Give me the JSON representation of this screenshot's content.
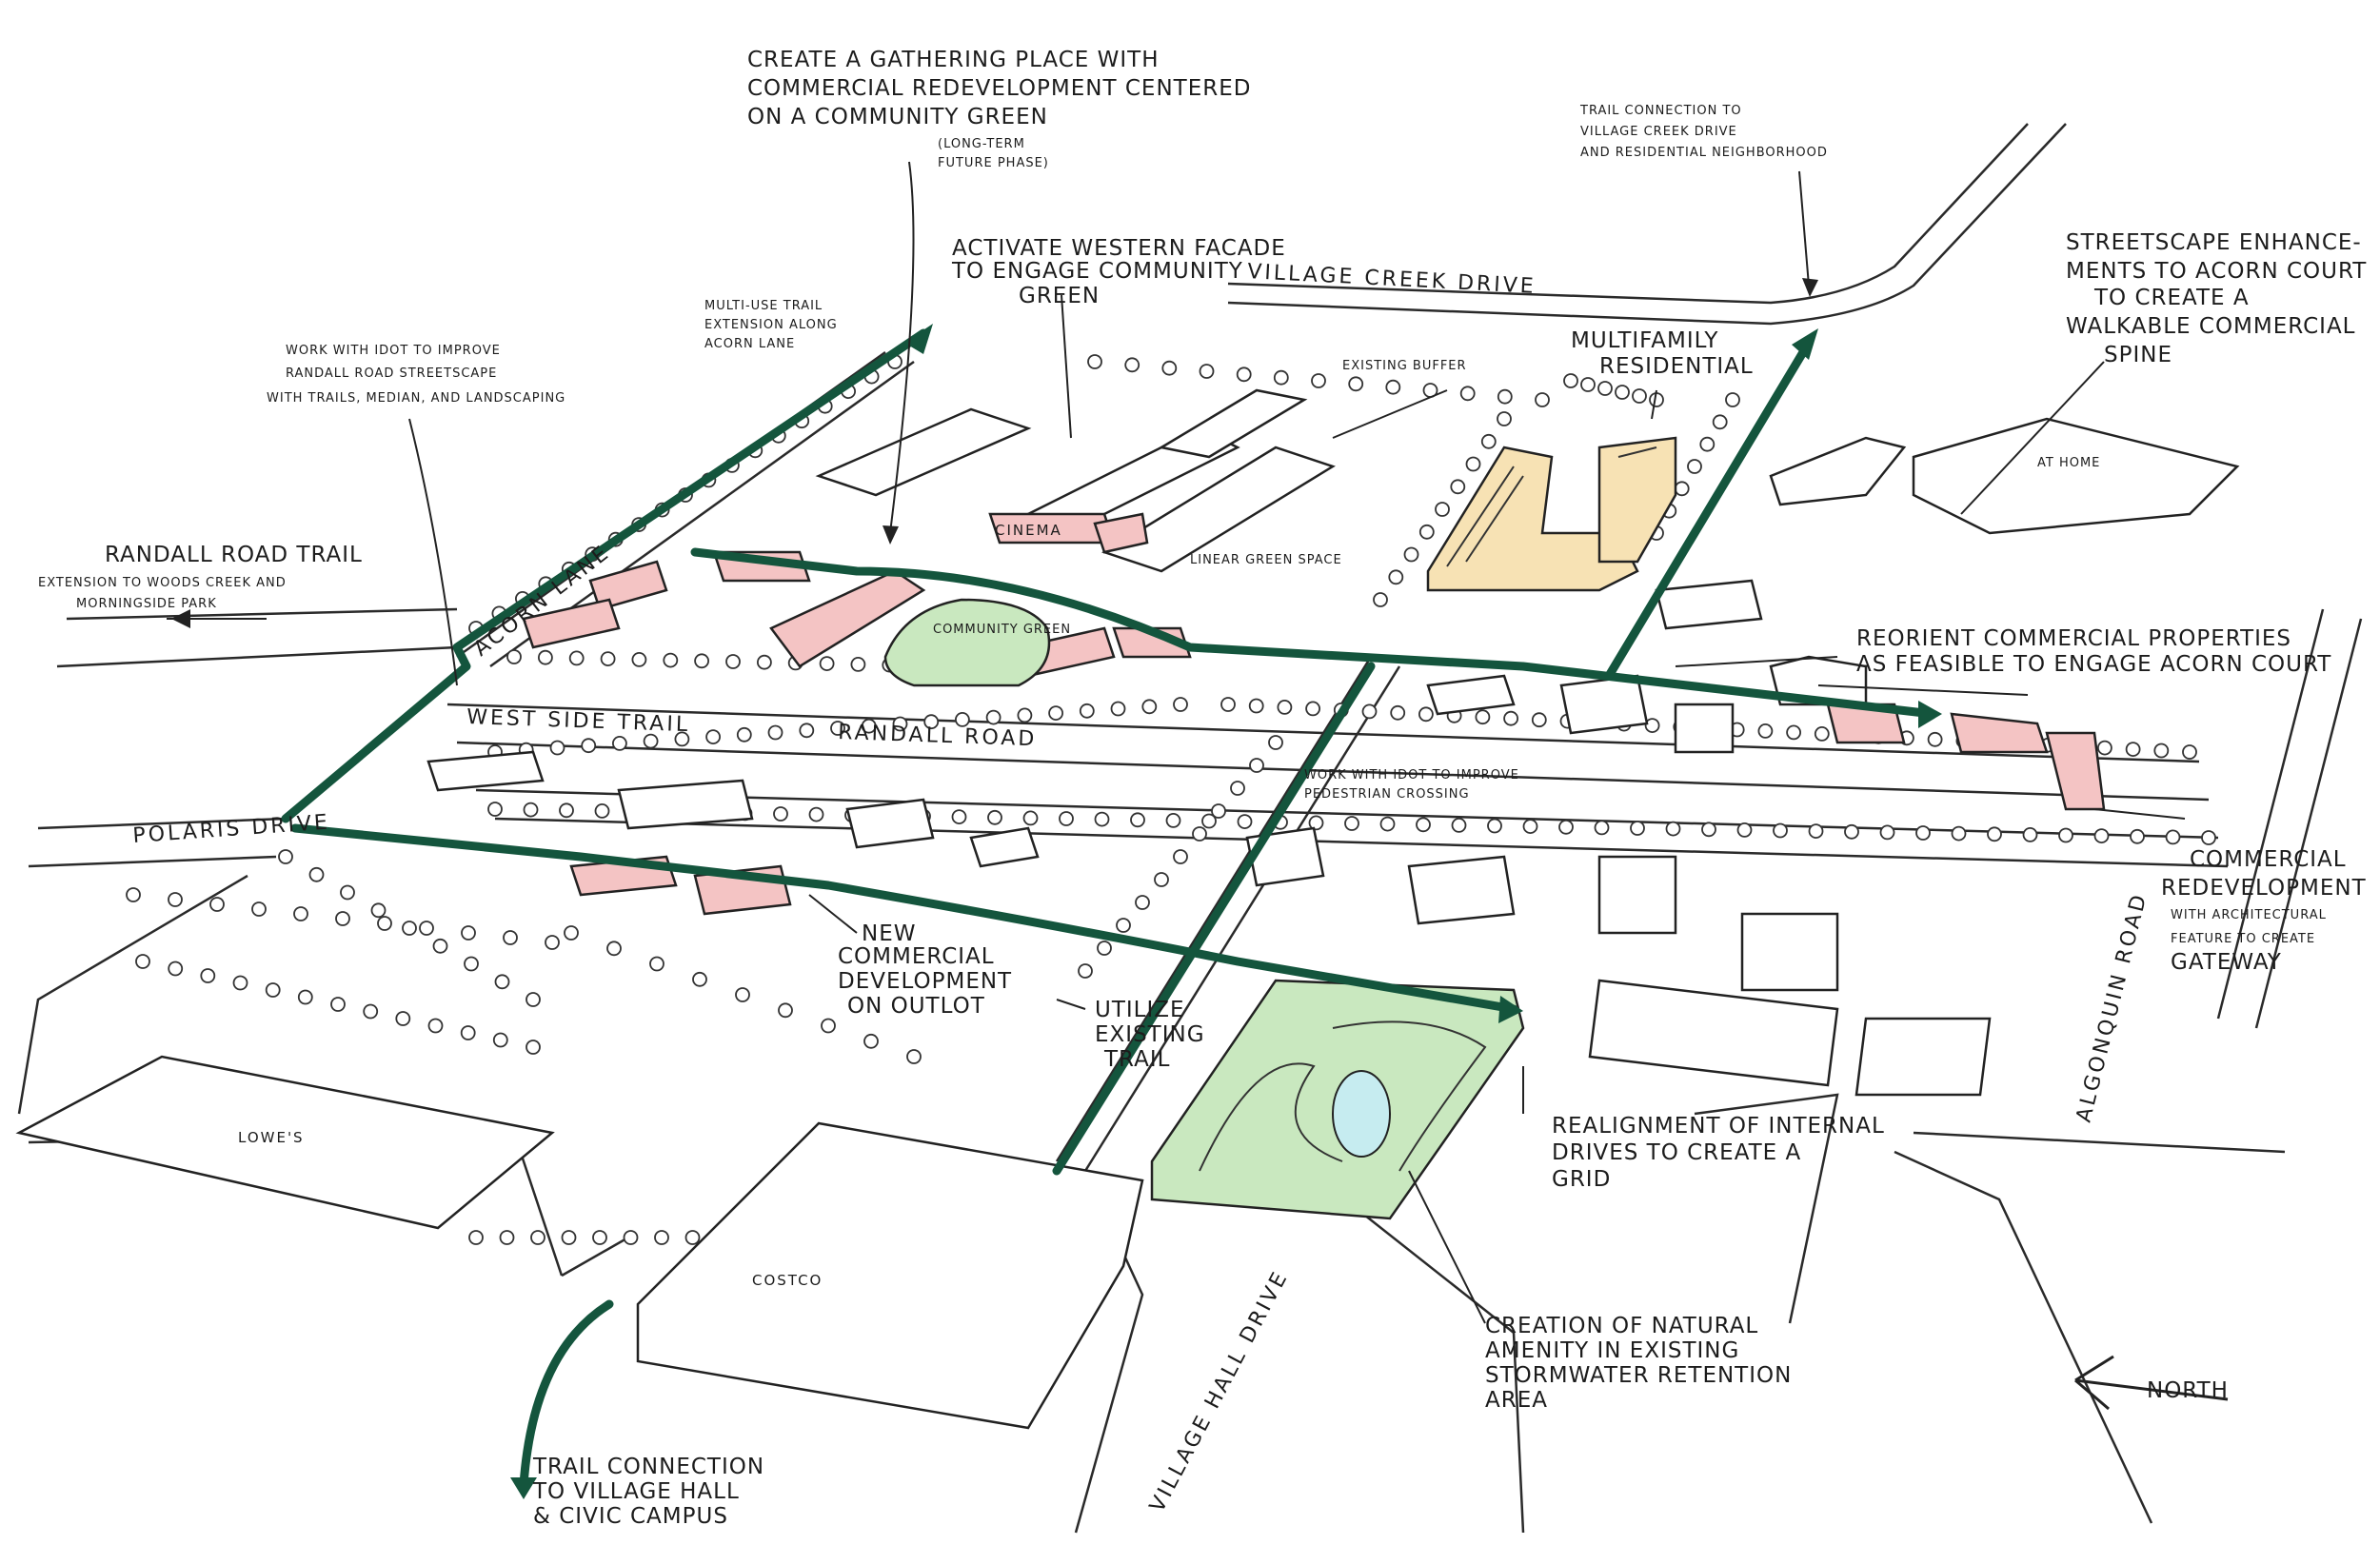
{
  "labels": {
    "gathering_1": "CREATE A GATHERING PLACE WITH",
    "gathering_2": "COMMERCIAL REDEVELOPMENT CENTERED",
    "gathering_3": "ON A COMMUNITY GREEN",
    "gathering_4": "(LONG-TERM",
    "gathering_5": "FUTURE PHASE)",
    "trail_vc_1": "TRAIL CONNECTION TO",
    "trail_vc_2": "VILLAGE CREEK DRIVE",
    "trail_vc_3": "AND RESIDENTIAL NEIGHBORHOOD",
    "activate_1": "ACTIVATE WESTERN FACADE",
    "activate_2": "TO ENGAGE COMMUNITY",
    "activate_3": "GREEN",
    "streetscape_1": "STREETSCAPE ENHANCE-",
    "streetscape_2": "MENTS TO ACORN COURT",
    "streetscape_3": "TO CREATE A",
    "streetscape_4": "WALKABLE COMMERCIAL",
    "streetscape_5": "SPINE",
    "multiuse_1": "MULTI-USE TRAIL",
    "multiuse_2": "EXTENSION ALONG",
    "multiuse_3": "ACORN LANE",
    "idot_1": "WORK WITH IDOT TO IMPROVE",
    "idot_2": "RANDALL ROAD STREETSCAPE",
    "idot_3": "WITH TRAILS, MEDIAN, AND LANDSCAPING",
    "existing_buffer": "EXISTING BUFFER",
    "multifamily_1": "MULTIFAMILY",
    "multifamily_2": "RESIDENTIAL",
    "randall_trail_1": "RANDALL ROAD TRAIL",
    "randall_trail_2": "EXTENSION TO WOODS CREEK AND",
    "randall_trail_3": "MORNINGSIDE PARK",
    "linear_green": "LINEAR GREEN SPACE",
    "reorient_1": "REORIENT COMMERCIAL PROPERTIES",
    "reorient_2": "AS FEASIBLE TO ENGAGE ACORN COURT",
    "ped_1": "WORK WITH IDOT TO IMPROVE",
    "ped_2": "PEDESTRIAN CROSSING",
    "commercial_1": "COMMERCIAL",
    "commercial_2": "REDEVELOPMENT",
    "commercial_3": "WITH ARCHITECTURAL",
    "commercial_4": "FEATURE TO CREATE",
    "commercial_5": "GATEWAY",
    "new_dev_1": "NEW",
    "new_dev_2": "COMMERCIAL",
    "new_dev_3": "DEVELOPMENT",
    "new_dev_4": "ON OUTLOT",
    "utilize_1": "UTILIZE",
    "utilize_2": "EXISTING",
    "utilize_3": "TRAIL",
    "realign_1": "REALIGNMENT OF INTERNAL",
    "realign_2": "DRIVES TO CREATE A",
    "realign_3": "GRID",
    "amenity_1": "CREATION OF NATURAL",
    "amenity_2": "AMENITY IN EXISTING",
    "amenity_3": "STORMWATER RETENTION",
    "amenity_4": "AREA",
    "trail_vh_1": "TRAIL CONNECTION",
    "trail_vh_2": "TO VILLAGE HALL",
    "trail_vh_3": "& CIVIC CAMPUS",
    "north": "NORTH"
  },
  "streets": {
    "village_creek": "VILLAGE CREEK DRIVE",
    "acorn_lane": "ACORN LANE",
    "west_side_trail": "WEST SIDE TRAIL",
    "randall_road": "RANDALL ROAD",
    "polaris_drive": "POLARIS DRIVE",
    "algonquin_road": "ALGONQUIN ROAD",
    "village_hall_drive": "VILLAGE HALL DRIVE"
  },
  "buildings": {
    "cinema": "CINEMA",
    "lowes": "LOWE'S",
    "costco": "COSTCO",
    "at_home": "AT HOME",
    "community_green": "COMMUNITY GREEN"
  },
  "colors": {
    "trail": "#14553d",
    "redevelopment": "#f4c4c4",
    "residential": "#f7e2b4",
    "green_space": "#c9e8bf",
    "water": "#c6ecf0"
  }
}
